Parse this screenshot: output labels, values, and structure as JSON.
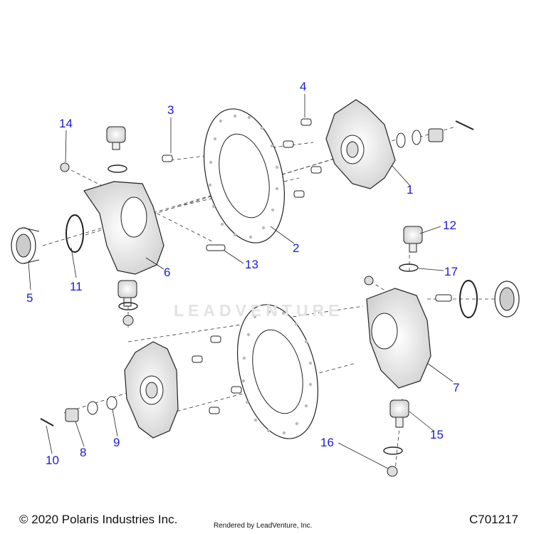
{
  "diagram": {
    "callouts": [
      "1",
      "2",
      "3",
      "4",
      "5",
      "6",
      "7",
      "8",
      "9",
      "10",
      "11",
      "12",
      "13",
      "14",
      "15",
      "16",
      "17"
    ]
  },
  "watermark": {
    "text": "LEADVENTURE"
  },
  "footer": {
    "copyright": "© 2020 Polaris Industries Inc.",
    "rendered_by": "Rendered by LeadVenture, Inc.",
    "part_code": "C701217"
  },
  "colors": {
    "callout": "#1a1ad6",
    "line": "#222222",
    "fill": "#ffffff",
    "shade": "#d8d8d8"
  }
}
